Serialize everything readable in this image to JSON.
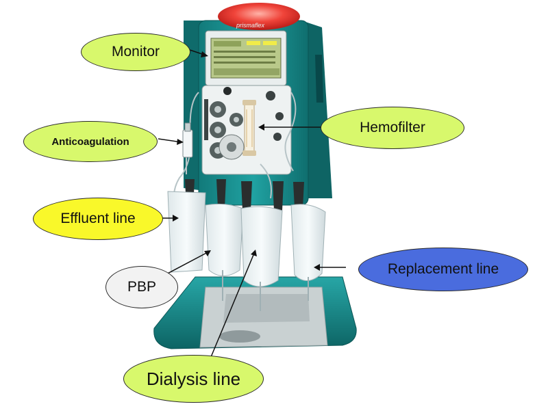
{
  "labels": {
    "monitor": "Monitor",
    "hemofilter": "Hemofilter",
    "anticoagulation": "Anticoagulation",
    "effluent_line": "Effluent line",
    "pbp": "PBP",
    "replacement_line": "Replacement line",
    "dialysis_line": "Dialysis line"
  },
  "device_brand": "prismaflex",
  "colors": {
    "machine_teal": "#1a8c8c",
    "beacon_red": "#e8312e",
    "label_green": "#d8f86c",
    "label_yellow": "#f9f82a",
    "label_gray": "#f2f2f2",
    "label_blue": "#4a6cde",
    "screen_green": "#b9c98a"
  }
}
